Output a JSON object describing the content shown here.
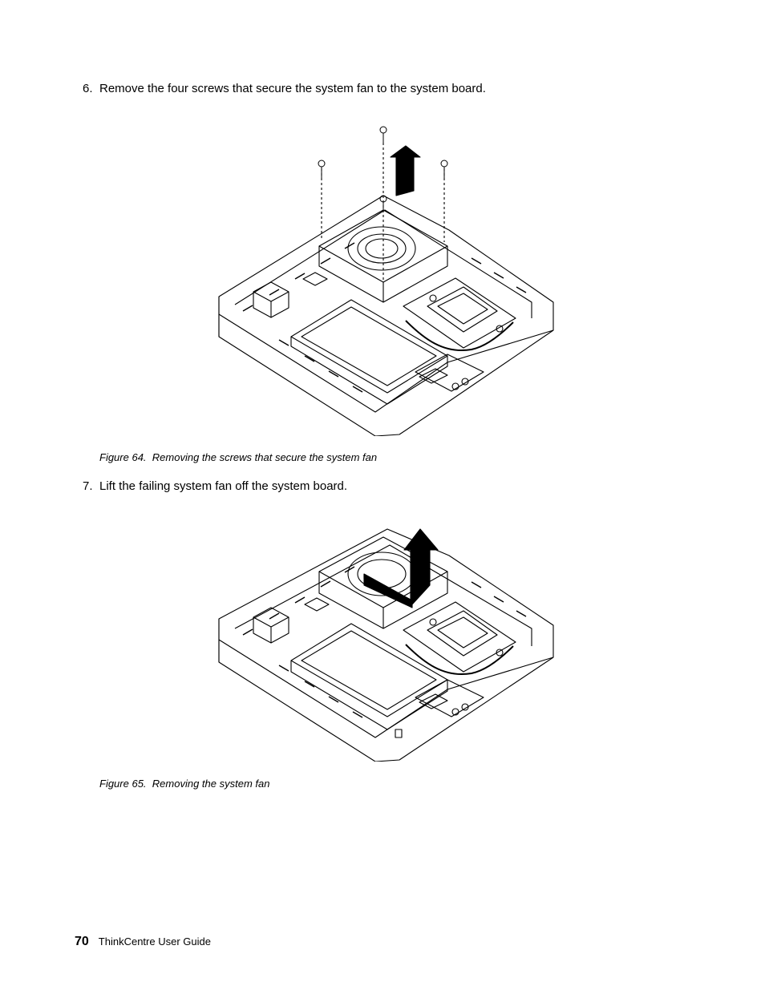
{
  "steps": [
    {
      "number": "6.",
      "text": "Remove the four screws that secure the system fan to the system board."
    },
    {
      "number": "7.",
      "text": "Lift the failing system fan off the system board."
    }
  ],
  "figures": [
    {
      "label": "Figure 64.",
      "caption": "Removing the screws that secure the system fan"
    },
    {
      "label": "Figure 65.",
      "caption": "Removing the system fan"
    }
  ],
  "footer": {
    "page_number": "70",
    "guide_title": "ThinkCentre User Guide"
  }
}
